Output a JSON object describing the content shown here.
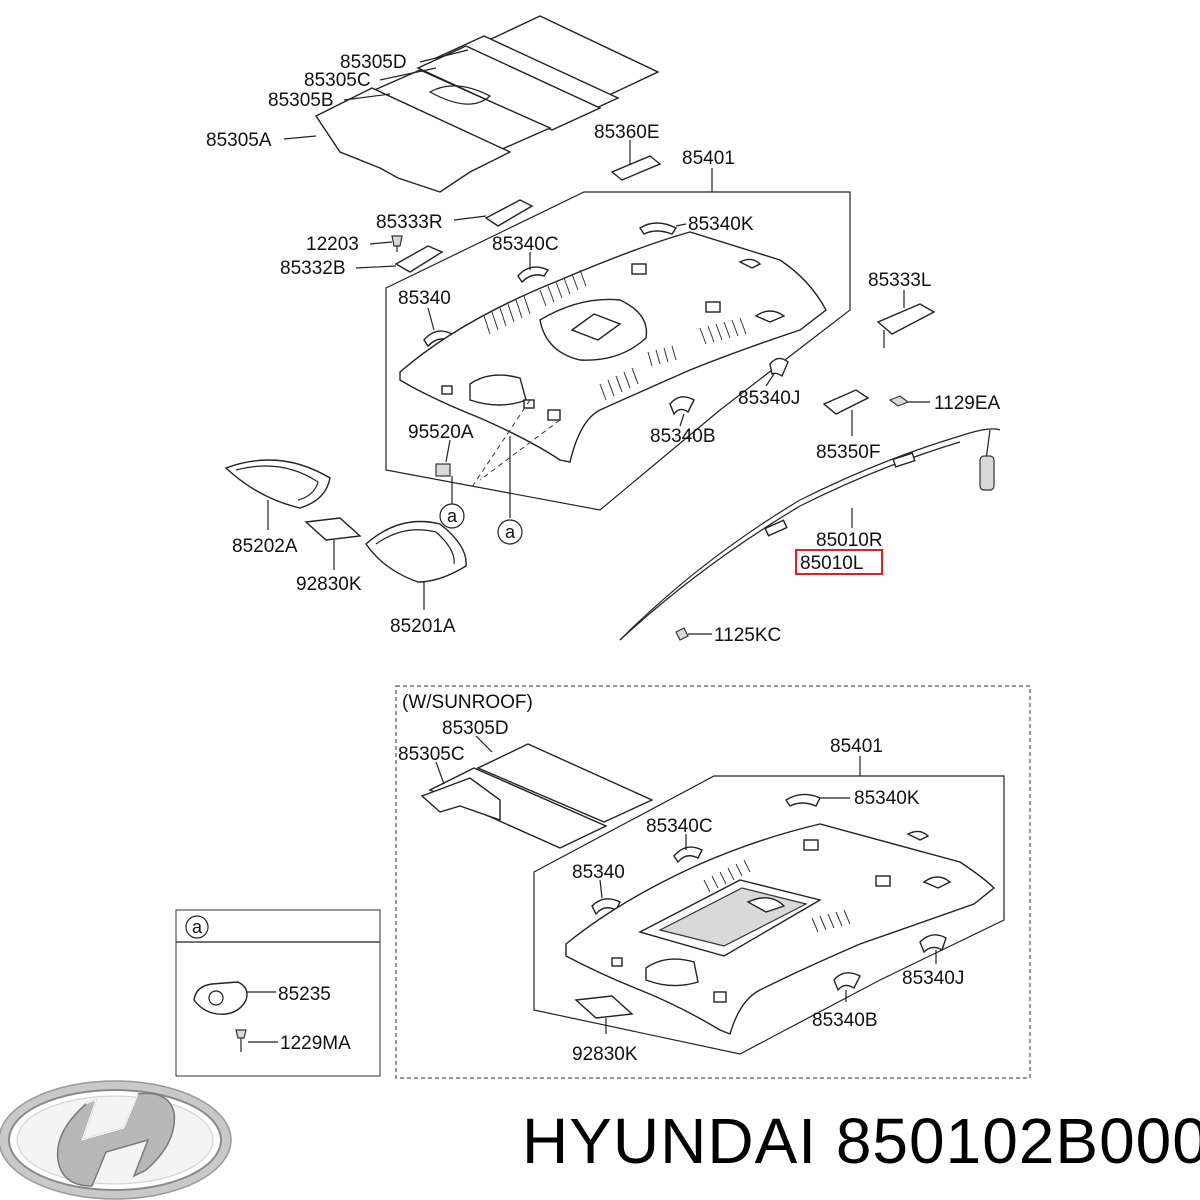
{
  "diagram": {
    "labels": {
      "p85305D": "85305D",
      "p85305C": "85305C",
      "p85305B": "85305B",
      "p85305A": "85305A",
      "p85360E": "85360E",
      "p85401": "85401",
      "p85333R": "85333R",
      "p85340K": "85340K",
      "p12203": "12203",
      "p85340C": "85340C",
      "p85332B": "85332B",
      "p85333L": "85333L",
      "p85340": "85340",
      "p85340J": "85340J",
      "p1129EA": "1129EA",
      "p95520A": "95520A",
      "p85340B": "85340B",
      "p85350F": "85350F",
      "p85202A": "85202A",
      "p85010R": "85010R",
      "p85010L": "85010L",
      "p92830K": "92830K",
      "p85201A": "85201A",
      "p1125KC": "1125KC",
      "callout_a": "a"
    },
    "highlighted_part": "85010L",
    "highlight_color": "#e02020",
    "sunroof": {
      "title": "(W/SUNROOF)",
      "p85305D": "85305D",
      "p85305C": "85305C",
      "p85401": "85401",
      "p85340K": "85340K",
      "p85340C": "85340C",
      "p85340": "85340",
      "p85340J": "85340J",
      "p85340B": "85340B",
      "p92830K": "92830K"
    },
    "detail_a": {
      "marker": "a",
      "p85235": "85235",
      "p1229MA": "1229MA"
    }
  },
  "brand": {
    "logo_icon": "hyundai-logo",
    "text": "HYUNDAI 850102B000"
  }
}
